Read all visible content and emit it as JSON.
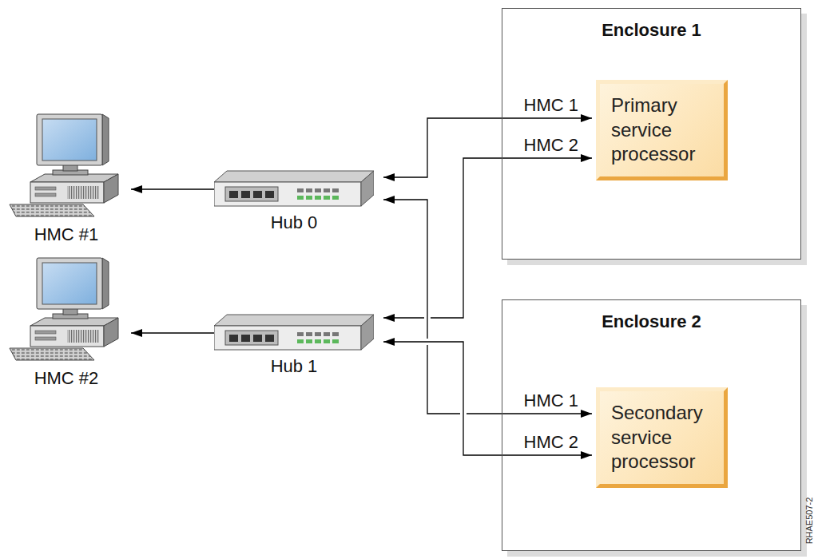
{
  "diagram": {
    "nodes": [
      {
        "text": [
          "Enclosure 1"
        ]
      },
      {
        "text": [
          "Primary service processor"
        ],
        "in": 0
      },
      {
        "text": [
          "HMC #1"
        ]
      },
      {
        "text": [
          "Hub 0"
        ]
      },
      {
        "text": [
          "HMC #2"
        ]
      },
      {
        "text": [
          "Hub 1"
        ]
      },
      {
        "text": [
          "Enclosure 2"
        ]
      },
      {
        "text": [
          "Secondary service processor"
        ],
        "in": 6
      }
    ],
    "edges": [
      {
        "from": 3,
        "to": 2,
        "arrow": "to"
      },
      {
        "from": 5,
        "to": 4,
        "arrow": "to"
      },
      {
        "from": 1,
        "to": 3,
        "label": "HMC 1",
        "arrow": "both"
      },
      {
        "from": 1,
        "to": 5,
        "label": "HMC 2",
        "arrow": "both"
      },
      {
        "from": 7,
        "to": 3,
        "label": "HMC 1",
        "arrow": "both"
      },
      {
        "from": 7,
        "to": 5,
        "label": "HMC 2",
        "arrow": "both"
      }
    ],
    "labels": [
      "RHAE507-2"
    ]
  }
}
